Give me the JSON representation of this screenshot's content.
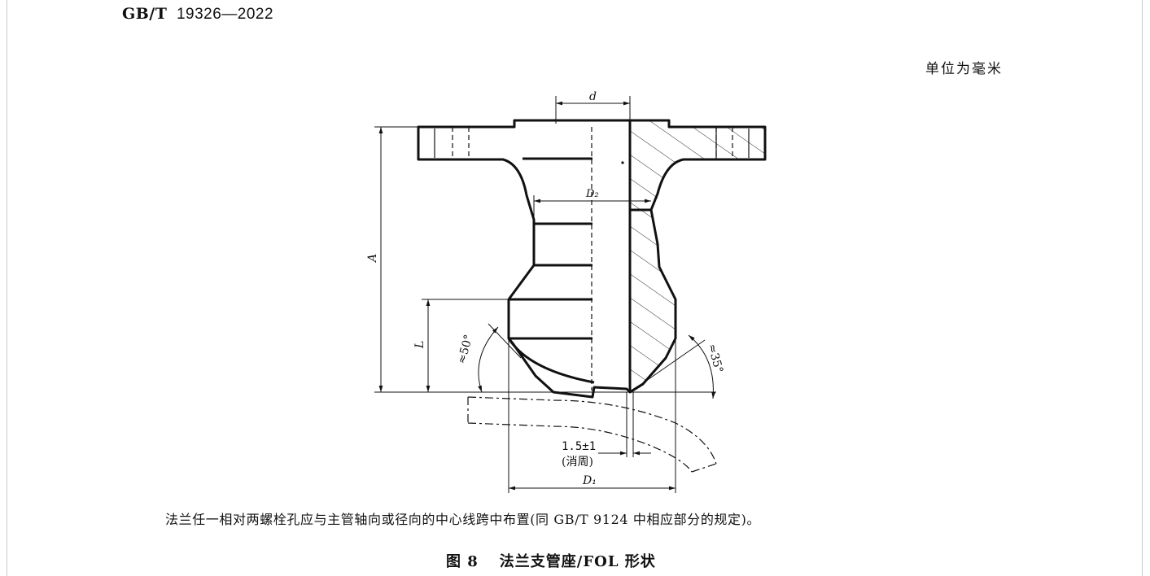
{
  "header": {
    "standard_code": "GB/T",
    "standard_number": "19326—2022"
  },
  "unit_note": "单位为毫米",
  "figure": {
    "labels": {
      "d": "d",
      "D2": "D₂",
      "A": "A",
      "L": "L",
      "angle_left": "≈50°",
      "angle_right": "≈35°",
      "tolerance": "1.5±1",
      "tolerance_note": "(消周)",
      "D1": "D₁"
    }
  },
  "note": "法兰任一相对两螺栓孔应与主管轴向或径向的中心线跨中布置(同 GB/T 9124 中相应部分的规定)。",
  "caption": {
    "number": "图 8",
    "title": "法兰支管座/FOL 形状"
  }
}
